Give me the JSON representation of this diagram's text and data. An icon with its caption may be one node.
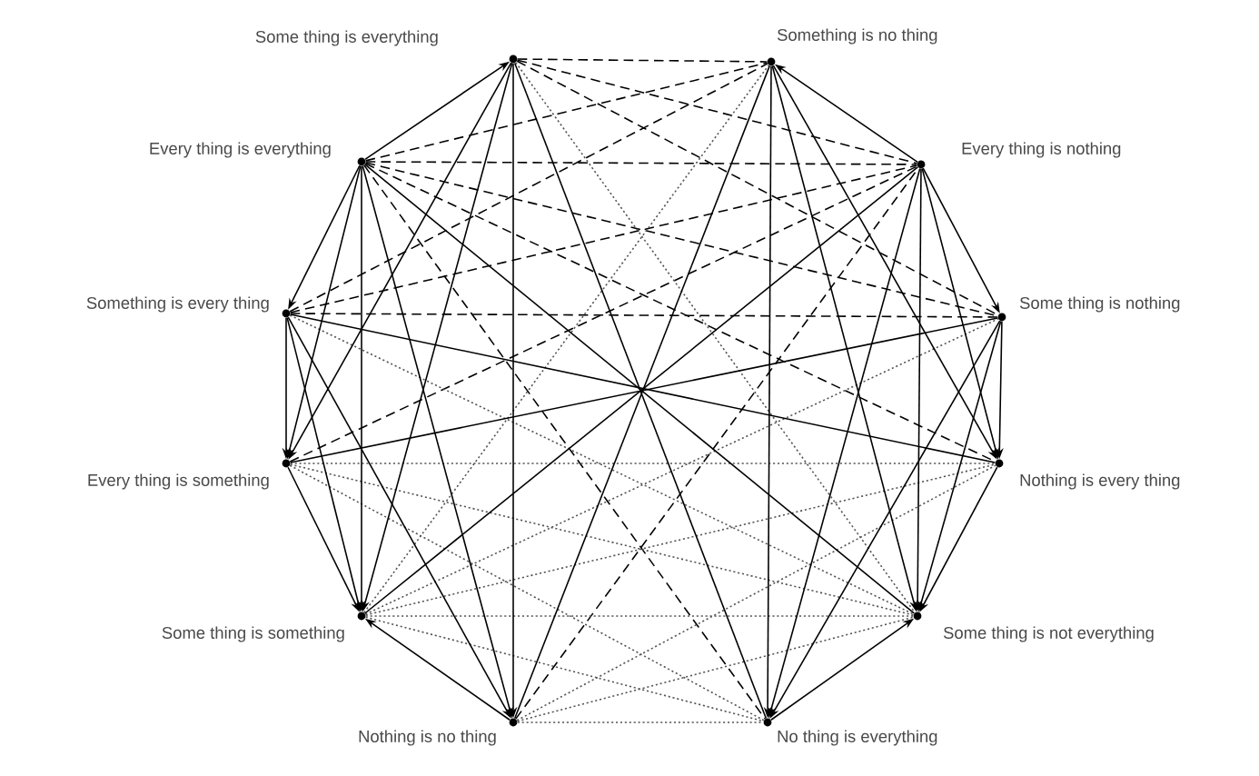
{
  "diagram": {
    "nodes": [
      {
        "text": [
          "Some thing is everything"
        ]
      },
      {
        "text": [
          "Something is no thing"
        ]
      },
      {
        "text": [
          "Every thing is everything"
        ]
      },
      {
        "text": [
          "Every thing is nothing"
        ]
      },
      {
        "text": [
          "Something is every thing"
        ]
      },
      {
        "text": [
          "Some thing is nothing"
        ]
      },
      {
        "text": [
          "Every thing is something"
        ]
      },
      {
        "text": [
          "Nothing is every thing"
        ]
      },
      {
        "text": [
          "Some thing is something"
        ]
      },
      {
        "text": [
          "Some thing is not everything"
        ]
      },
      {
        "text": [
          "Nothing is no thing"
        ]
      },
      {
        "text": [
          "No thing is everything"
        ]
      }
    ],
    "edges": [
      {
        "from": 2,
        "to": 0,
        "arrow": "to"
      },
      {
        "from": 2,
        "to": 4,
        "arrow": "to"
      },
      {
        "from": 0,
        "to": 6,
        "arrow": "to"
      },
      {
        "from": 0,
        "to": 10,
        "arrow": "to"
      },
      {
        "from": 4,
        "to": 6,
        "arrow": "to"
      },
      {
        "from": 4,
        "to": 10,
        "arrow": "to"
      },
      {
        "from": 6,
        "to": 8,
        "arrow": "to"
      },
      {
        "from": 10,
        "to": 8,
        "arrow": "to"
      },
      {
        "from": 2,
        "to": 6,
        "arrow": "to"
      },
      {
        "from": 2,
        "to": 10,
        "arrow": "to"
      },
      {
        "from": 2,
        "to": 8,
        "arrow": "to"
      },
      {
        "from": 0,
        "to": 8,
        "arrow": "to"
      },
      {
        "from": 4,
        "to": 8,
        "arrow": "to"
      },
      {
        "from": 3,
        "to": 1,
        "arrow": "to"
      },
      {
        "from": 3,
        "to": 5,
        "arrow": "to"
      },
      {
        "from": 1,
        "to": 11,
        "arrow": "to"
      },
      {
        "from": 5,
        "to": 11,
        "arrow": "to"
      },
      {
        "from": 5,
        "to": 7,
        "arrow": "to"
      },
      {
        "from": 1,
        "to": 7,
        "arrow": "to"
      },
      {
        "from": 11,
        "to": 9,
        "arrow": "to"
      },
      {
        "from": 7,
        "to": 9,
        "arrow": "to"
      },
      {
        "from": 5,
        "to": 9,
        "arrow": "to"
      },
      {
        "from": 1,
        "to": 9,
        "arrow": "to"
      },
      {
        "from": 3,
        "to": 9,
        "arrow": "to"
      },
      {
        "from": 3,
        "to": 11,
        "arrow": "to"
      },
      {
        "from": 3,
        "to": 7,
        "arrow": "to"
      },
      {
        "from": 0,
        "to": 11,
        "arrow": "none"
      },
      {
        "from": 10,
        "to": 1,
        "arrow": "none"
      },
      {
        "from": 2,
        "to": 9,
        "arrow": "none"
      },
      {
        "from": 8,
        "to": 3,
        "arrow": "none"
      },
      {
        "from": 4,
        "to": 7,
        "arrow": "none"
      },
      {
        "from": 6,
        "to": 5,
        "arrow": "none"
      },
      {
        "from": 2,
        "to": 11,
        "arrow": "none",
        "style": "dashed"
      },
      {
        "from": 2,
        "to": 7,
        "arrow": "none",
        "style": "dashed"
      },
      {
        "from": 2,
        "to": 5,
        "arrow": "none",
        "style": "dashed"
      },
      {
        "from": 2,
        "to": 1,
        "arrow": "none",
        "style": "dashed"
      },
      {
        "from": 2,
        "to": 3,
        "arrow": "none",
        "style": "dashed"
      },
      {
        "from": 0,
        "to": 5,
        "arrow": "none",
        "style": "dashed"
      },
      {
        "from": 0,
        "to": 1,
        "arrow": "none",
        "style": "dashed"
      },
      {
        "from": 0,
        "to": 3,
        "arrow": "none",
        "style": "dashed"
      },
      {
        "from": 4,
        "to": 5,
        "arrow": "none",
        "style": "dashed"
      },
      {
        "from": 4,
        "to": 1,
        "arrow": "none",
        "style": "dashed"
      },
      {
        "from": 4,
        "to": 3,
        "arrow": "none",
        "style": "dashed"
      },
      {
        "from": 6,
        "to": 3,
        "arrow": "none",
        "style": "dashed"
      },
      {
        "from": 10,
        "to": 3,
        "arrow": "none",
        "style": "dashed"
      },
      {
        "from": 0,
        "to": 9,
        "arrow": "none",
        "style": "dashed",
        "color": "#555555"
      },
      {
        "from": 4,
        "to": 9,
        "arrow": "none",
        "style": "dashed",
        "color": "#555555"
      },
      {
        "from": 6,
        "to": 9,
        "arrow": "none",
        "style": "dashed",
        "color": "#555555"
      },
      {
        "from": 10,
        "to": 9,
        "arrow": "none",
        "style": "dashed",
        "color": "#555555"
      },
      {
        "from": 8,
        "to": 9,
        "arrow": "none",
        "style": "dashed",
        "color": "#555555"
      },
      {
        "from": 6,
        "to": 11,
        "arrow": "none",
        "style": "dashed",
        "color": "#555555"
      },
      {
        "from": 10,
        "to": 11,
        "arrow": "none",
        "style": "dashed",
        "color": "#555555"
      },
      {
        "from": 6,
        "to": 7,
        "arrow": "none",
        "style": "dashed",
        "color": "#555555"
      },
      {
        "from": 10,
        "to": 7,
        "arrow": "none",
        "style": "dashed",
        "color": "#555555"
      },
      {
        "from": 8,
        "to": 11,
        "arrow": "none",
        "style": "dashed",
        "color": "#555555"
      },
      {
        "from": 8,
        "to": 7,
        "arrow": "none",
        "style": "dashed",
        "color": "#555555"
      },
      {
        "from": 8,
        "to": 5,
        "arrow": "none",
        "style": "dashed",
        "color": "#555555"
      },
      {
        "from": 8,
        "to": 1,
        "arrow": "none",
        "style": "dashed",
        "color": "#555555"
      }
    ]
  }
}
